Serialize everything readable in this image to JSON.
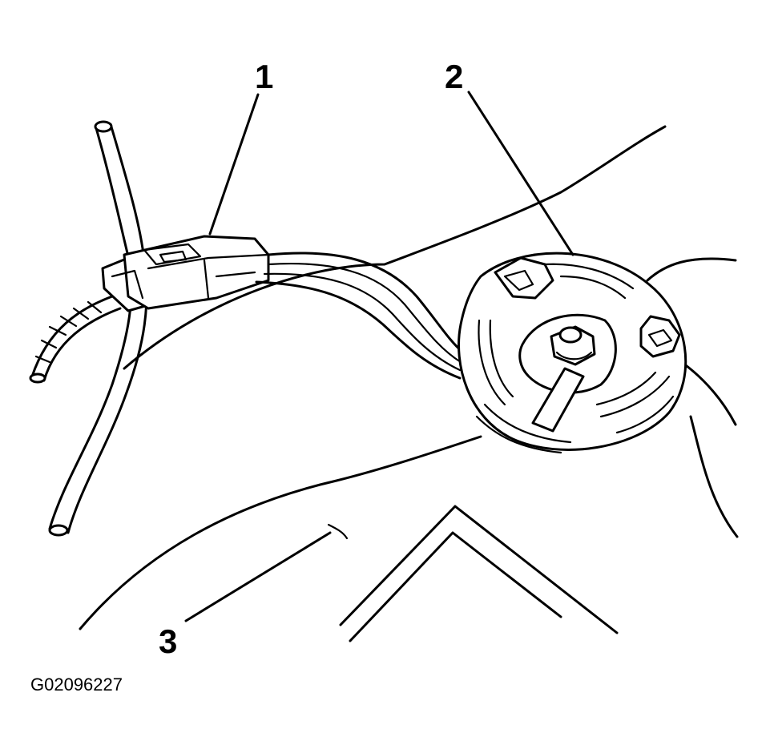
{
  "callouts": [
    {
      "id": "1",
      "label": "1"
    },
    {
      "id": "2",
      "label": "2"
    },
    {
      "id": "3",
      "label": "3"
    }
  ],
  "figure_id": "G02096227"
}
